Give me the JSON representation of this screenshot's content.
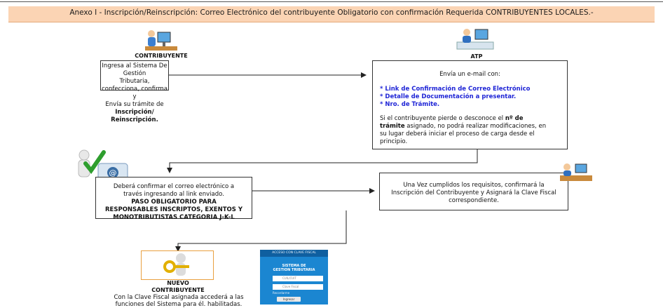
{
  "header": {
    "title": "Anexo I - Inscripción/Reinscripción: Correo Electrónico del contribuyente Obligatorio con confirmación Requerida CONTRIBUYENTES LOCALES.-"
  },
  "nodes": {
    "contribuyente": {
      "label": "CONTRIBUYENTE",
      "line1": "Ingresa al Sistema De Gestión",
      "line2": "Tributaria, confecciona, confirma y",
      "line3a": "Envía  su trámite de ",
      "line3b": "Inscripción/",
      "line4": "Reinscripción."
    },
    "atp": {
      "label": "ATP",
      "intro": "Envía un e-mail con:",
      "bullets": [
        "* Link  de Confirmación de Correo Electrónico",
        "* Detalle de Documentación a presentar.",
        "* Nro. de Trámite."
      ],
      "note1a": "Si el contribuyente pierde o desconoce el ",
      "note1b": "nº de",
      "note2a": "trámite",
      "note2b": " asignado, no podrá realizar modificaciones, en",
      "note3": "su lugar deberá iniciar el proceso de carga  desde el",
      "note4": "principio."
    },
    "confirm": {
      "line1": "Deberá confirmar el correo electrónico a",
      "line2": "través ingresando al link enviado.",
      "line3": "PASO OBLIGATORIO PARA",
      "line4": "RESPONSABLES INSCRIPTOS, EXENTOS Y",
      "line5": "MONOTRIBUTISTAS CATEGORIA J-K-L"
    },
    "assign": {
      "line1": "Una Vez cumplidos los requisitos, confirmará la",
      "line2": "Inscripción del Contribuyente y Asignará la Clave Fiscal",
      "line3": "correspondiente."
    },
    "nuevo": {
      "label1": "NUEVO",
      "label2": "CONTRIBUYENTE",
      "line1": "Con la Clave Fiscal asignada accederá a las",
      "line2": "funciones del Sistema para él. habilitadas."
    }
  },
  "login_panel": {
    "header": "ACCESO CON CLAVE FISCAL",
    "title1": "SISTEMA DE",
    "title2": "GESTION TRIBUTARIA",
    "cuit_placeholder": "CUIL/CUIT",
    "clave_placeholder": "Clave Fiscal",
    "remember": "Recordarme",
    "button": "Ingresar",
    "colors": {
      "panel": "#1b86d1",
      "header": "#0f5fa0"
    }
  },
  "colors": {
    "banner": "#fbd4b4",
    "accent_blue": "#1f25d6"
  }
}
